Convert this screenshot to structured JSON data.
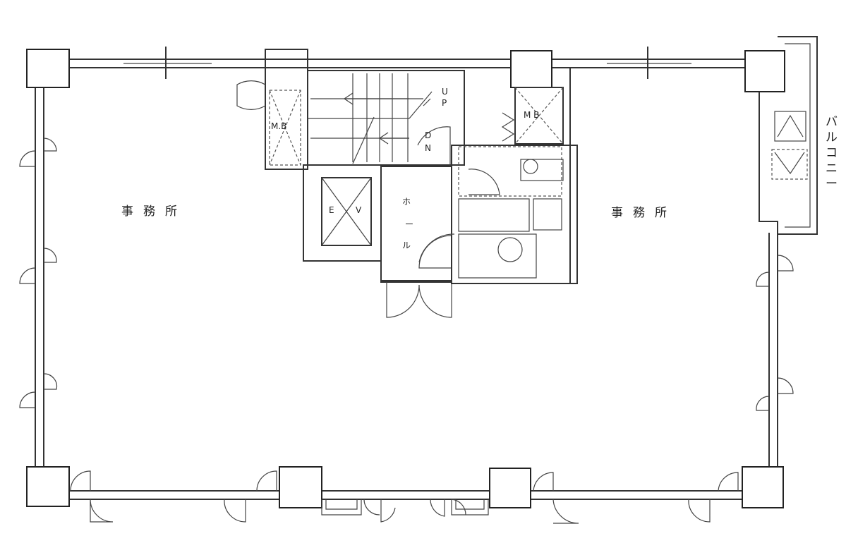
{
  "labels": {
    "office_left": "事務所",
    "office_right": "事務所",
    "mb_left": "M.B",
    "mb_right": "M B",
    "elevator_e": "E",
    "elevator_v": "V",
    "hall": [
      "ホ",
      "ー",
      "ル"
    ],
    "stair_up": [
      "U",
      "P"
    ],
    "stair_dn": [
      "D",
      "N"
    ],
    "balcony": [
      "バ",
      "ル",
      "コ",
      "ニ",
      "ー"
    ]
  }
}
